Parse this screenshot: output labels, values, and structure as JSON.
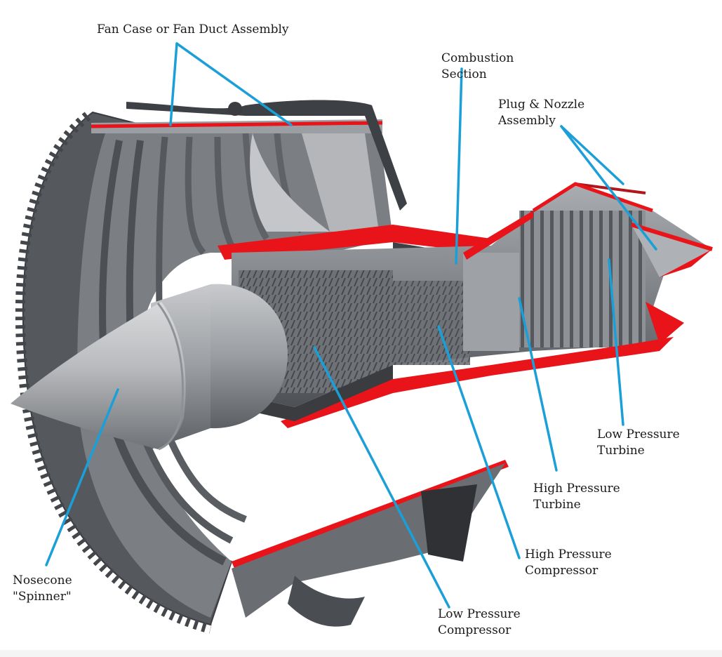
{
  "labels": {
    "fan_case": [
      "Fan Case or Fan Duct Assembly"
    ],
    "combustion": [
      "Combustion",
      "Section"
    ],
    "plug_nozzle": [
      "Plug & Nozzle",
      "Assembly"
    ],
    "low_pressure_turbine": [
      "Low Pressure",
      "Turbine"
    ],
    "high_pressure_turbine": [
      "High Pressure",
      "Turbine"
    ],
    "high_pressure_compressor": [
      "High Pressure",
      "Compressor"
    ],
    "low_pressure_compressor": [
      "Low Pressure",
      "Compressor"
    ],
    "nosecone": [
      "Nosecone",
      "\"Spinner\""
    ]
  },
  "colors": {
    "leader_line": "#1a9fd8",
    "cut_edge": "#e8141a",
    "metal_dark": "#4a4d52",
    "metal_mid": "#8a8d92",
    "metal_light": "#c9cbcf"
  }
}
